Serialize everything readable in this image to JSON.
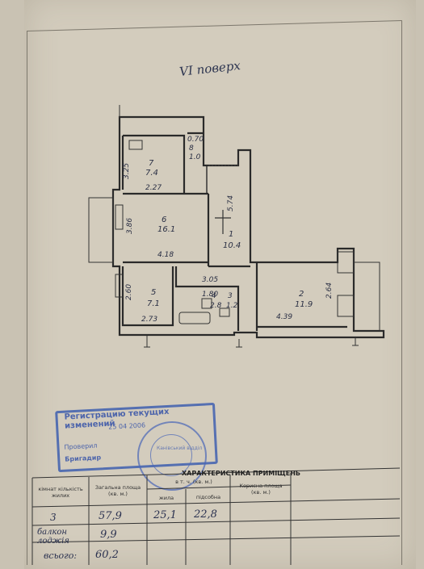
{
  "floor_label": "VI поверх",
  "rooms": [
    {
      "number": "7",
      "area": "7.4"
    },
    {
      "number": "8",
      "area": "1.0"
    },
    {
      "number": "6",
      "area": "16.1"
    },
    {
      "number": "1",
      "area": "10.4"
    },
    {
      "number": "5",
      "area": "7.1"
    },
    {
      "number": "4",
      "area": "2.8"
    },
    {
      "number": "3",
      "area": "1.2"
    },
    {
      "number": "2",
      "area": "11.9"
    }
  ],
  "dimensions": {
    "d_070": "0.70",
    "d_325": "3.25",
    "d_227": "2.27",
    "d_574": "5.74",
    "d_386": "3.86",
    "d_418": "4.18",
    "d_305": "3.05",
    "d_260": "2.60",
    "d_180": "1.80",
    "d_273": "2.73",
    "d_264": "2.64",
    "d_439": "4.39"
  },
  "stamp": {
    "title": "Регистрацию текущих изменений",
    "line1": "25 04 2006",
    "line2": "Проверил",
    "line3": "Бригадир"
  },
  "seal": {
    "text": "Канівський відділ"
  },
  "table": {
    "title": "ХАРАКТЕРИСТИКА ПРИМІЩЕНЬ",
    "headers": {
      "rooms": "кімнат кількість жилих",
      "total": "Загальна площа (кв. м.)",
      "incl": "в т. ч. (кв. м.)",
      "living": "жила",
      "aux": "підсобна",
      "useful": "Корисна площа (кв. м.)"
    },
    "row": {
      "rooms": "3",
      "total": "57,9",
      "living": "25,1",
      "aux": "22,8"
    },
    "balcony_label": "балкон лоджія",
    "balcony_value": "9,9",
    "total_label": "всього:",
    "total_value": "60,2"
  }
}
